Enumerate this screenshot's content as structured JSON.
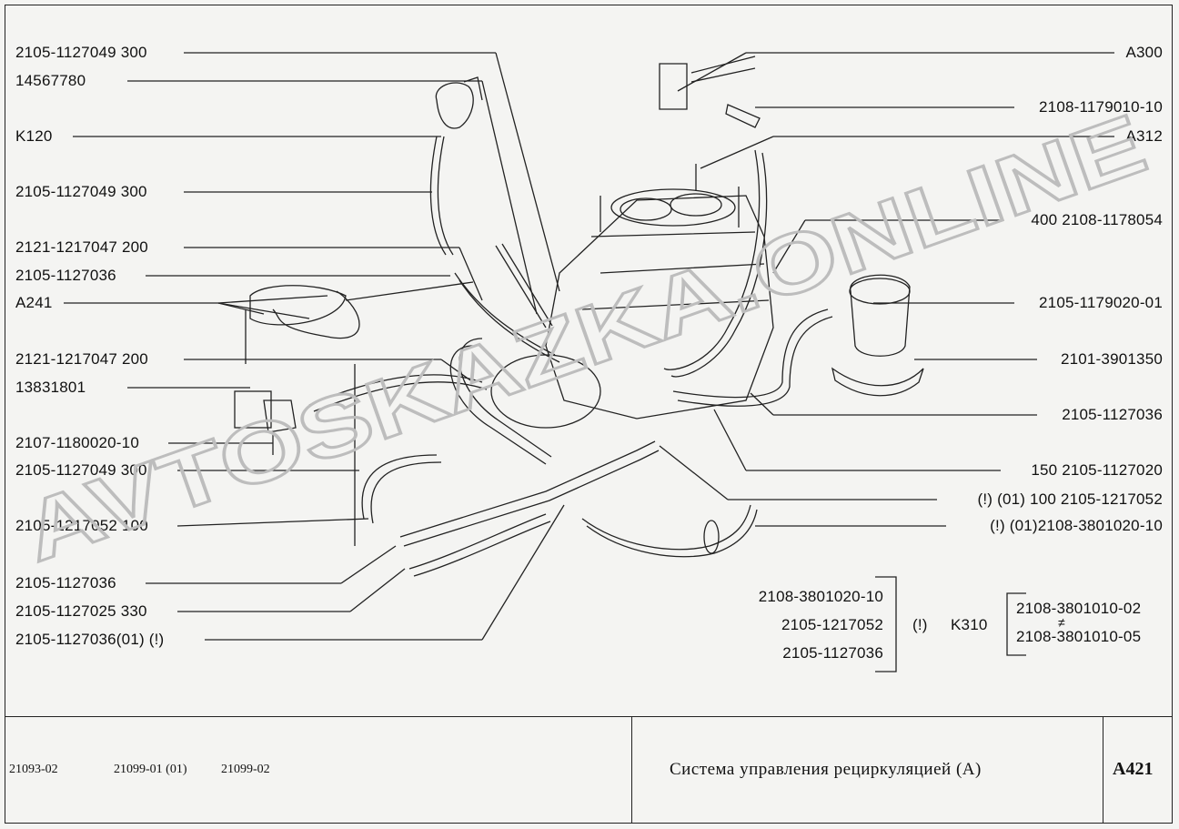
{
  "labels_left": [
    "2105-1127049  300",
    "14567780",
    "K120",
    "2105-1127049  300",
    "2121-1217047  200",
    "2105-1127036",
    "A241",
    "2121-1217047  200",
    "13831801",
    "2107-1180020-10",
    "2105-1127049 300",
    "2105-1217052  100",
    "2105-1127036",
    "2105-1127025  330",
    "2105-1127036(01)   (!)"
  ],
  "labels_right": [
    "A300",
    "2108-1179010-10",
    "A312",
    "400  2108-1178054",
    "2105-1179020-01",
    "2101-3901350",
    "2105-1127036",
    "150  2105-1127020",
    "(!)  (01) 100  2105-1217052",
    "(!)   (01)2108-3801020-10"
  ],
  "kit": {
    "left_items": [
      "2108-3801020-10",
      "2105-1217052",
      "2105-1127036"
    ],
    "mark": "(!)",
    "code": "K310",
    "right_items": [
      "2108-3801010-02",
      "2108-3801010-05"
    ],
    "neq": "≠"
  },
  "footer": {
    "models": [
      "21093-02",
      "21099-01 (01)",
      "21099-02"
    ],
    "title": "Система управления рециркуляцией (А)",
    "code": "A421"
  },
  "watermark": "AVTOSKAZKA.ONLINE",
  "colors": {
    "ink": "#111111",
    "paper": "#f4f4f2",
    "watermark": "#c8c8c8"
  }
}
